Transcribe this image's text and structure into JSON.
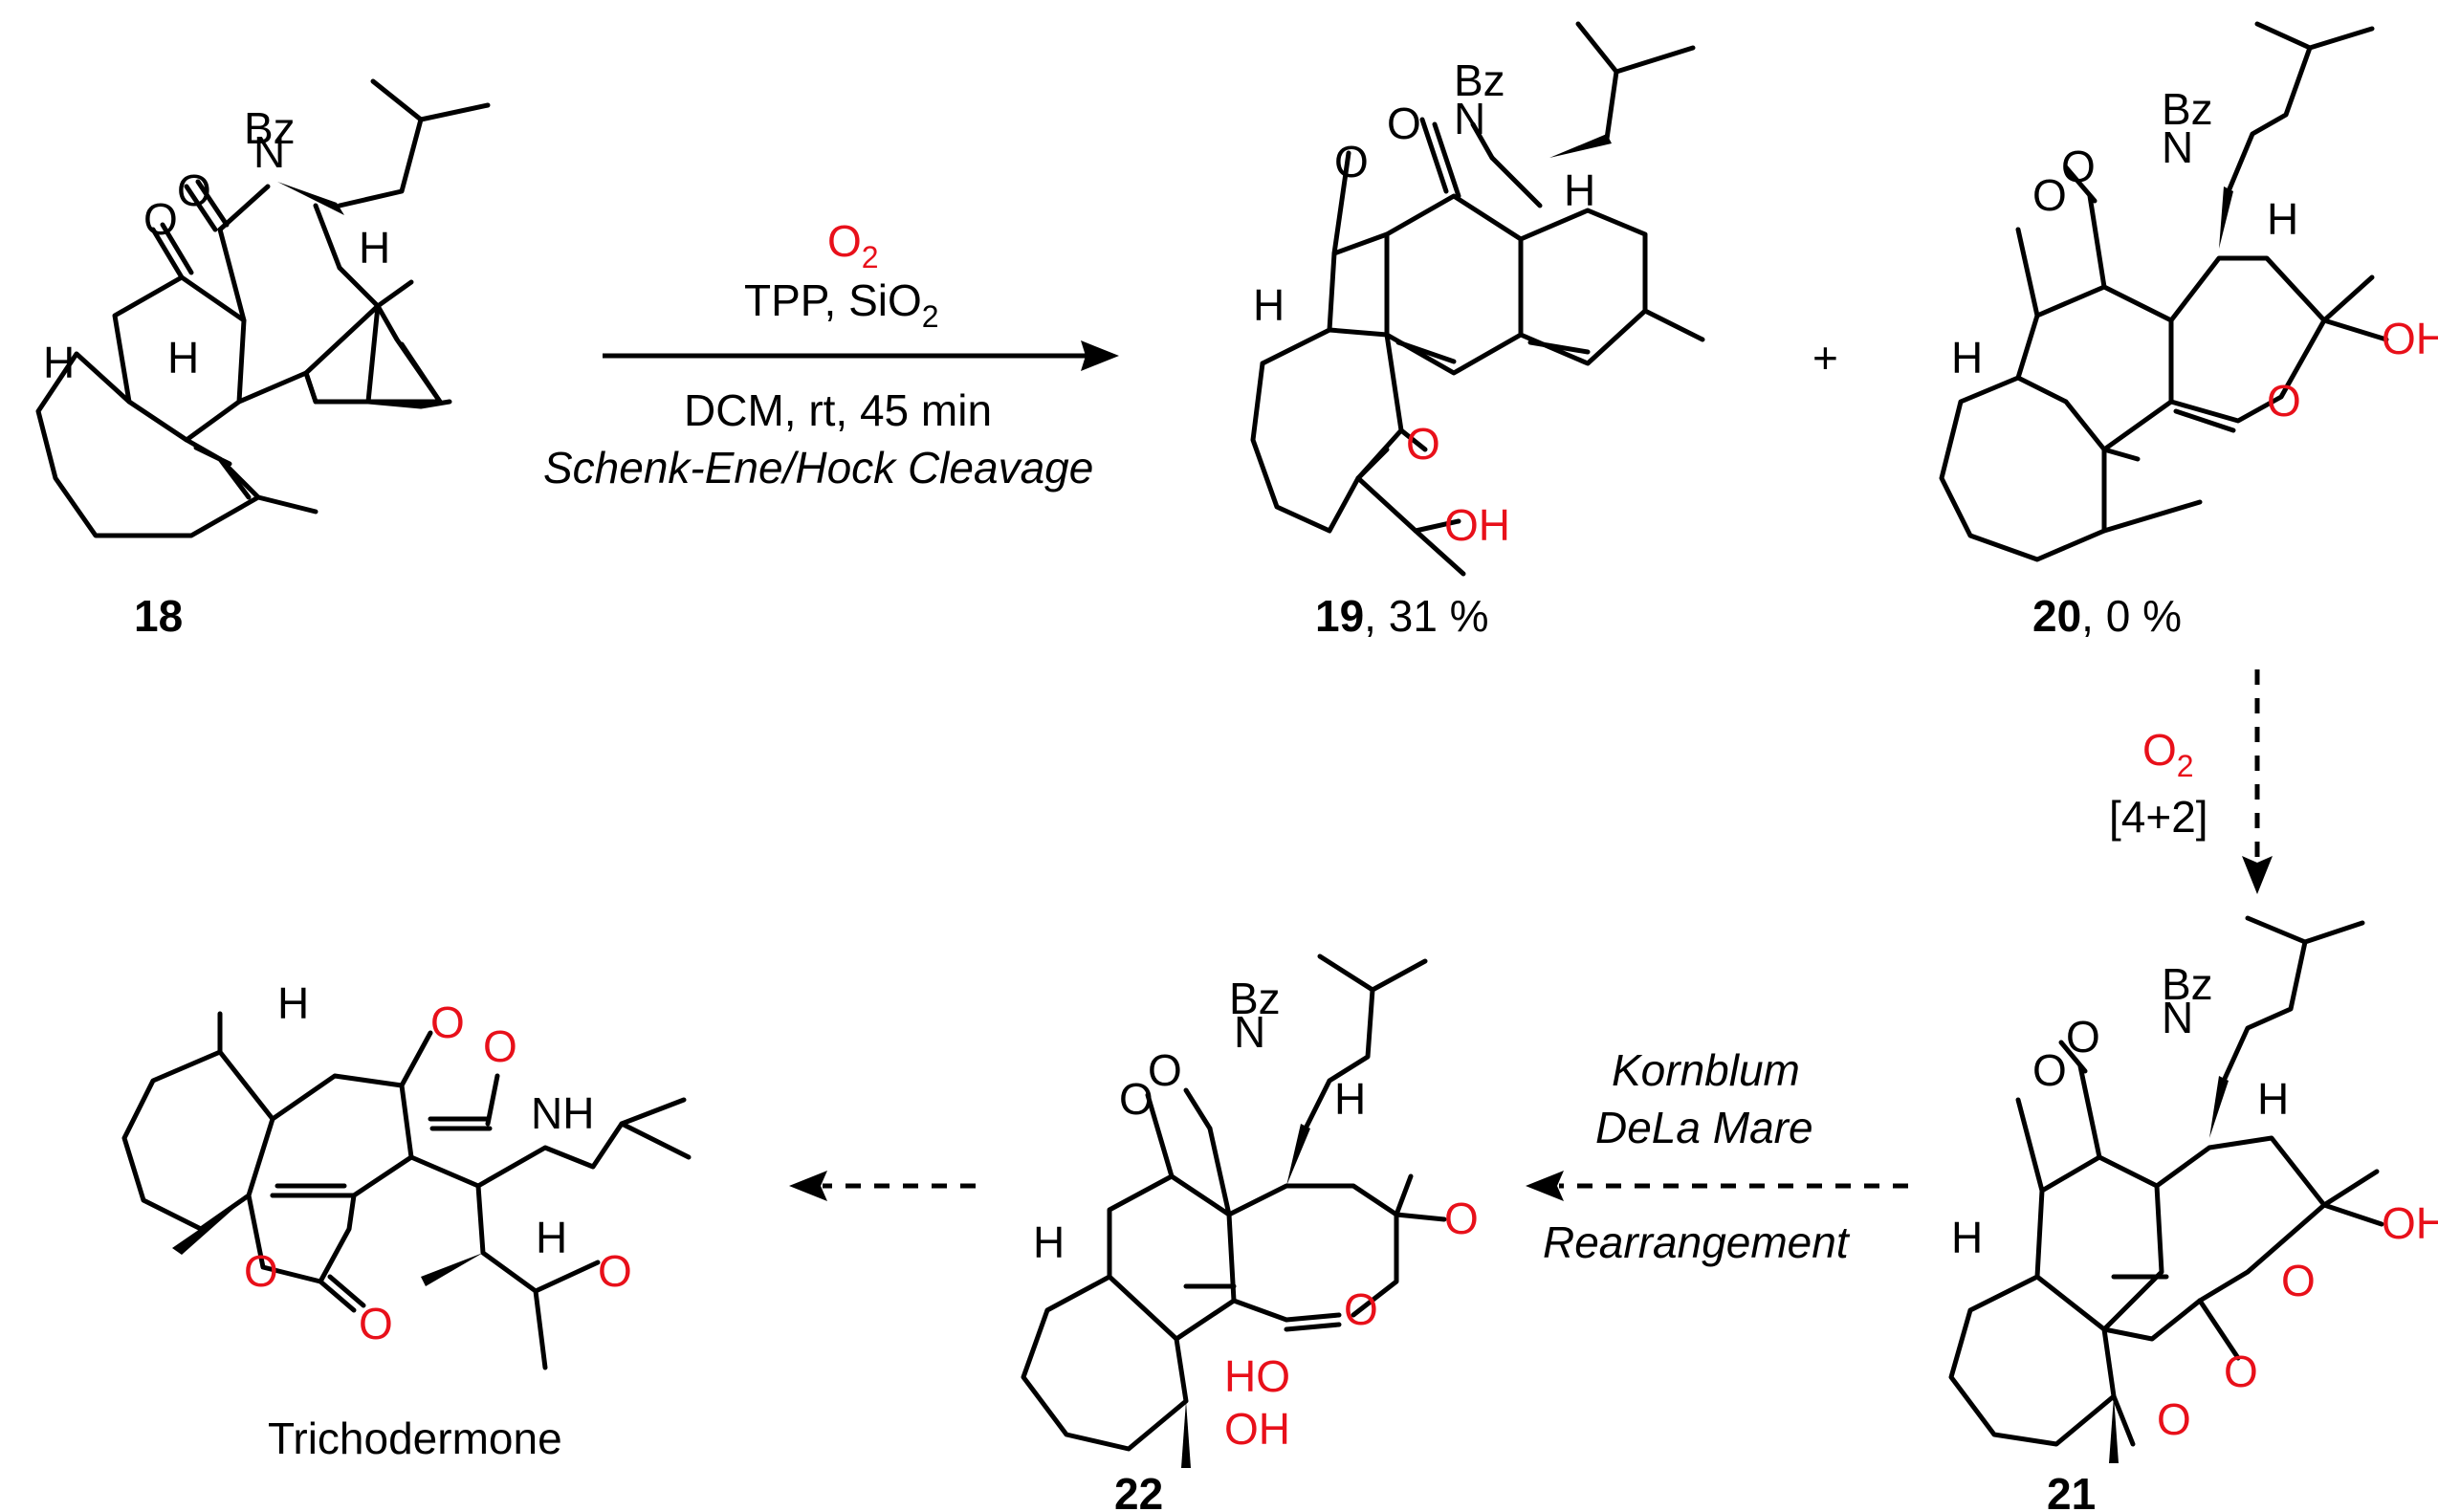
{
  "compounds": {
    "c18": {
      "number": "18"
    },
    "c19": {
      "number": "19",
      "yield": ", 31 %"
    },
    "c20": {
      "number": "20",
      "yield": ", 0 %"
    },
    "c21": {
      "number": "21"
    },
    "c22": {
      "number": "22"
    },
    "trichodermone": {
      "name": "Trichodermone"
    }
  },
  "atoms": {
    "O": "O",
    "OH": "OH",
    "HO": "HO",
    "H": "H",
    "N": "N",
    "NH": "NH",
    "Bz": "Bz",
    "plus": "+"
  },
  "reaction1": {
    "reagent_O": "O",
    "reagent_sub": "2",
    "line2_a": "TPP, SiO",
    "line2_sub": "2",
    "line3": "DCM, rt, 45 min",
    "line4": "Schenk-Ene/Hock Cleavage"
  },
  "reaction2": {
    "reagent_O": "O",
    "reagent_sub": "2",
    "line2": "[4+2]"
  },
  "reaction3": {
    "line1": "Kornblum",
    "line2": "DeLa Mare",
    "line3": "Rearrangement"
  },
  "colors": {
    "heteroatom": "#e8101a",
    "bond": "#000000"
  }
}
